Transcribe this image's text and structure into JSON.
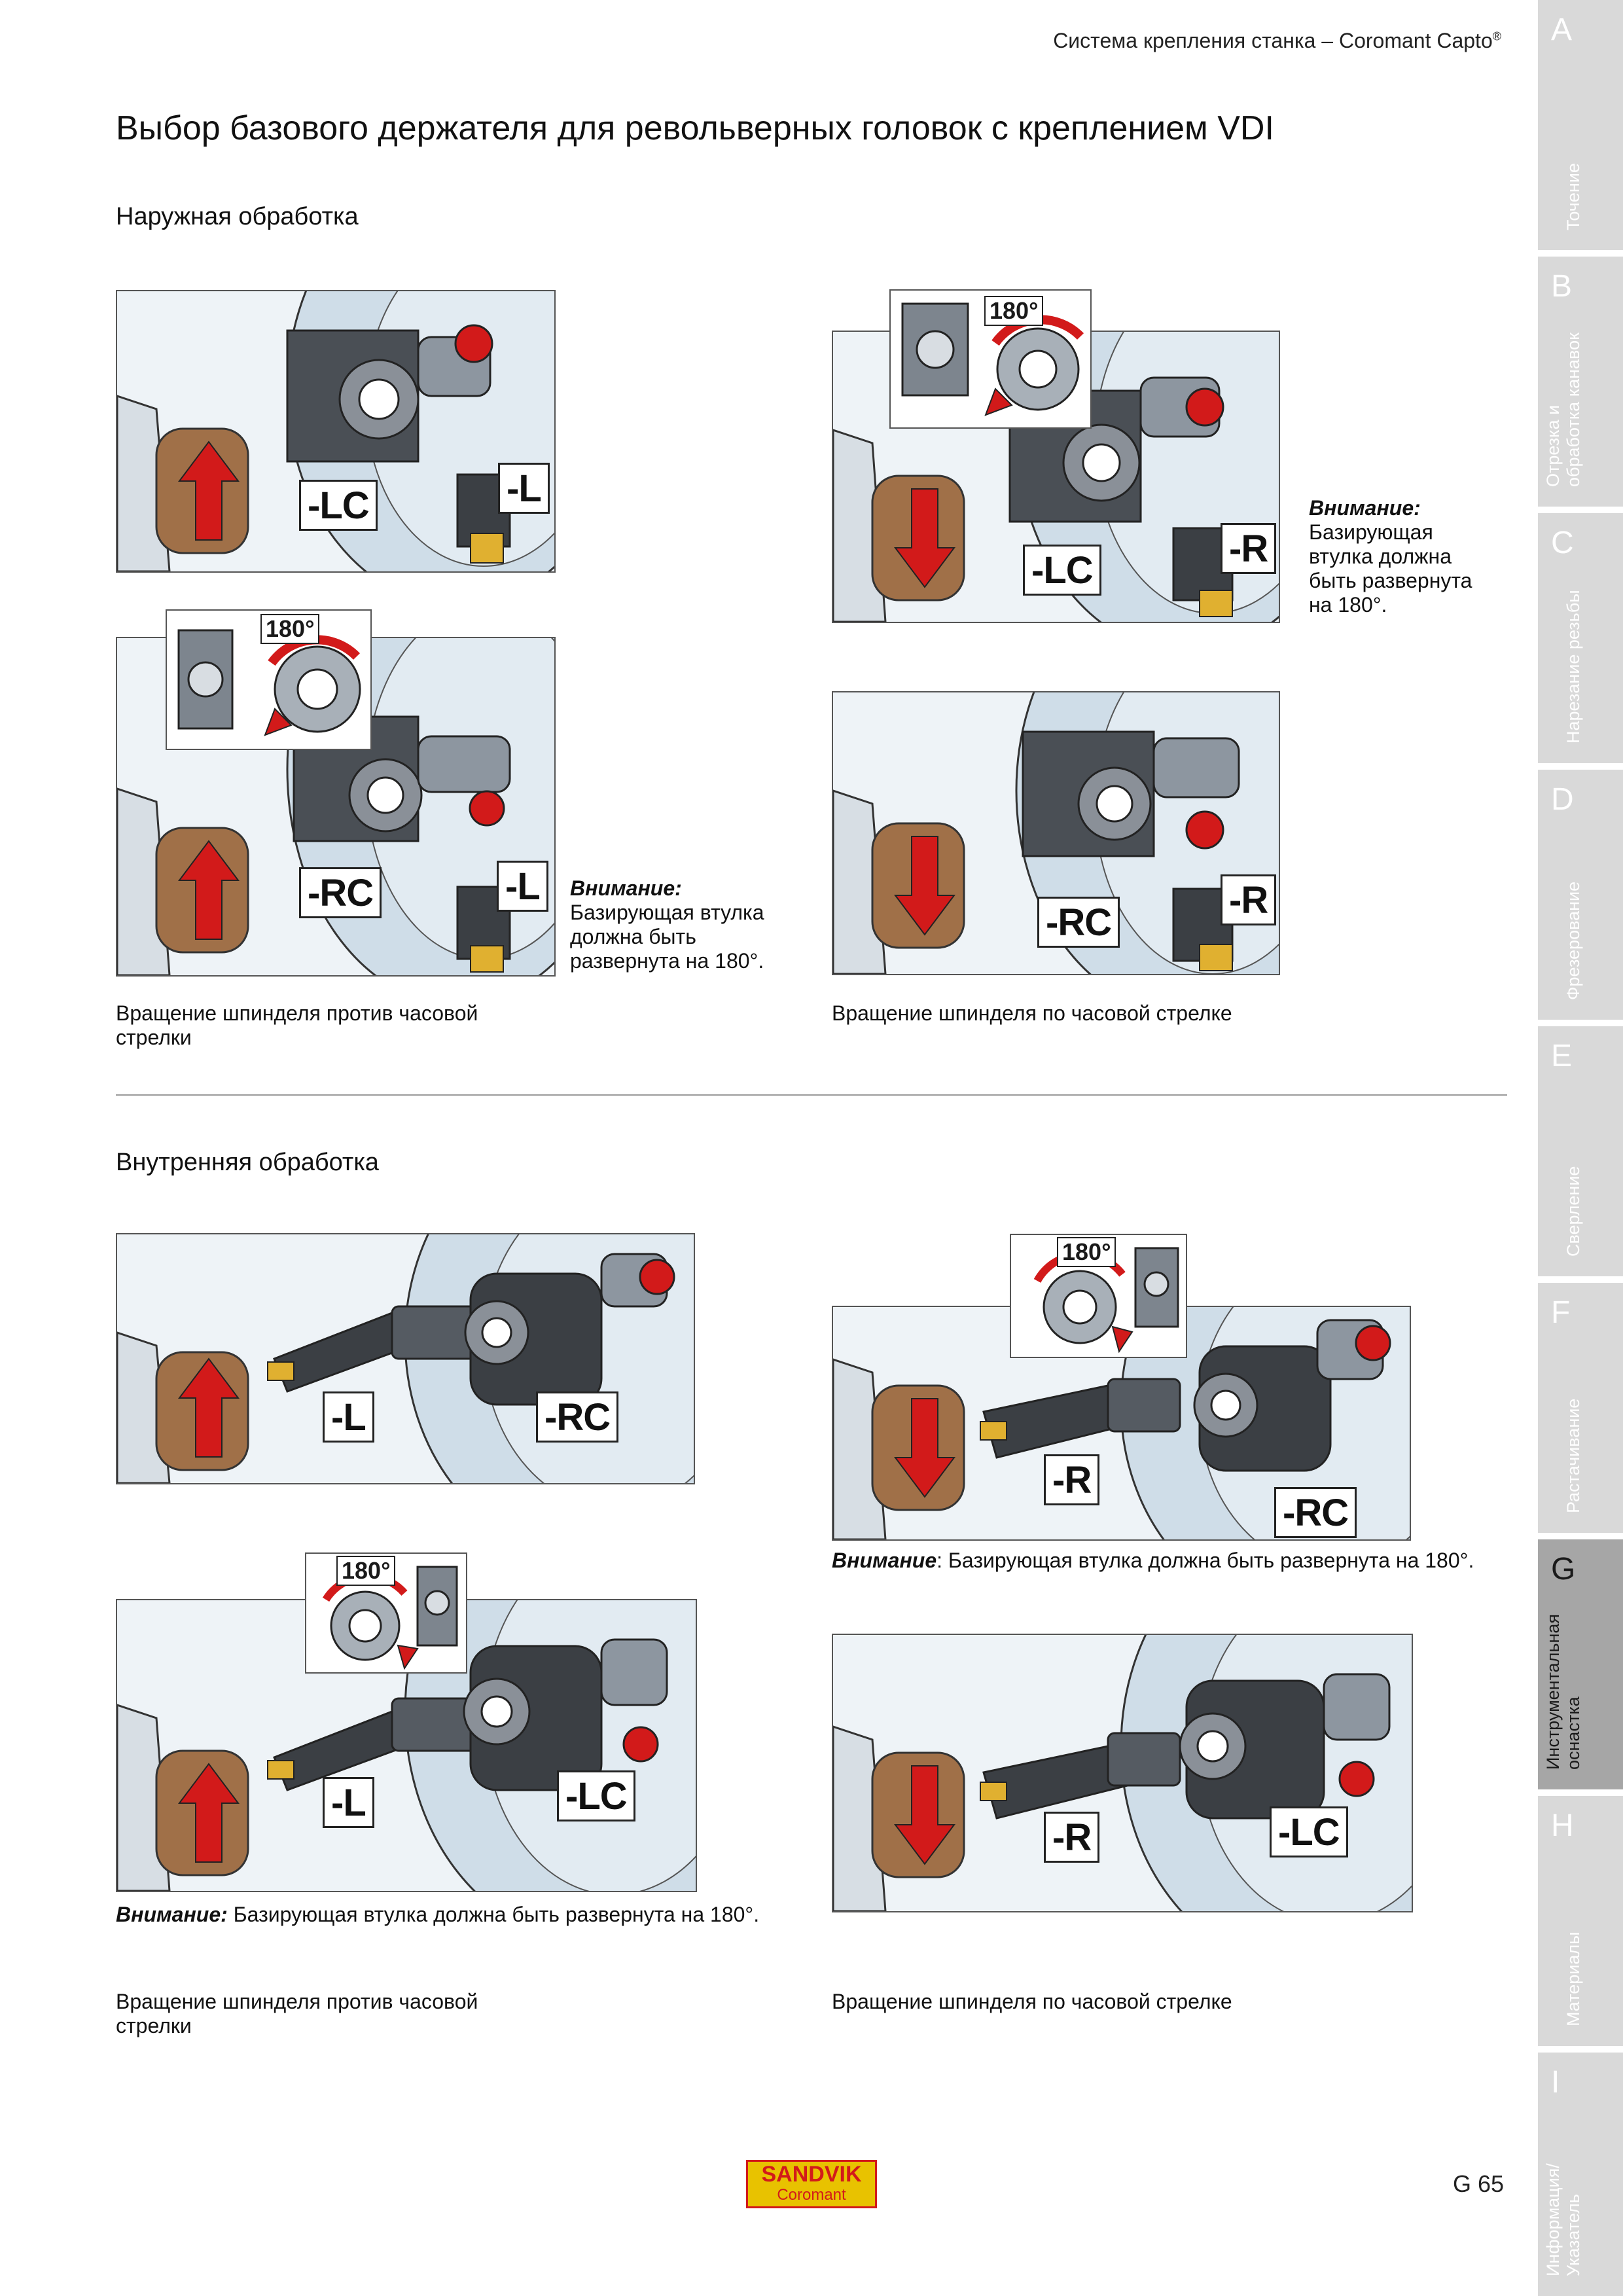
{
  "header": {
    "text": "Система крепления станка – Coromant Capto",
    "mark": "®"
  },
  "title": "Выбор базового держателя для револьверных головок с креплением VDI",
  "sections": {
    "external": "Наружная обработка",
    "internal": "Внутренняя обработка"
  },
  "figures": {
    "ext_tl": {
      "tag1": "-LC",
      "tag2": "-L"
    },
    "ext_bl": {
      "tag1": "-RC",
      "tag2": "-L",
      "deg": "180°"
    },
    "ext_tr": {
      "tag1": "-LC",
      "tag2": "-R",
      "deg": "180°"
    },
    "ext_br": {
      "tag1": "-RC",
      "tag2": "-R"
    },
    "int_tl": {
      "tag1": "-L",
      "tag2": "-RC"
    },
    "int_bl": {
      "tag1": "-L",
      "tag2": "-LC",
      "deg": "180°"
    },
    "int_tr": {
      "tag1": "-R",
      "tag2": "-RC",
      "deg": "180°"
    },
    "int_br": {
      "tag1": "-R",
      "tag2": "-LC"
    }
  },
  "notes": {
    "label": "Внимание:",
    "label_plain": "Внимание",
    "ext_left": "Базирующая втулка\nдолжна быть\nразвернута на 180°.",
    "ext_right": "Базирующая\nвтулка должна\nбыть развернута\nна 180°.",
    "int_right": ": Базирующая втулка должна быть развернута на 180°.",
    "int_left": " Базирующая втулка должна быть развернута на 180°."
  },
  "captions": {
    "ccw": "Вращение шпинделя против часовой\nстрелки",
    "cw": "Вращение шпинделя по часовой стрелке"
  },
  "side_tabs": [
    {
      "letter": "A",
      "label": "Точение"
    },
    {
      "letter": "B",
      "label": "Отрезка и\nобработка канавок"
    },
    {
      "letter": "C",
      "label": "Нарезание резьбы"
    },
    {
      "letter": "D",
      "label": "Фрезерование"
    },
    {
      "letter": "E",
      "label": "Сверление"
    },
    {
      "letter": "F",
      "label": "Растачивание"
    },
    {
      "letter": "G",
      "label": "Инструментальная\nоснастка",
      "active": true
    },
    {
      "letter": "H",
      "label": "Материалы"
    },
    {
      "letter": "I",
      "label": "Информация/\nУказатель"
    }
  ],
  "footer": {
    "logo_top": "SANDVIK",
    "logo_bottom": "Coromant",
    "page": "G 65"
  },
  "colors": {
    "accent_red": "#d21a1a",
    "tab_bg": "#d9d9d9",
    "tab_active": "#a6a6a6",
    "logo_yellow": "#e8c200"
  }
}
